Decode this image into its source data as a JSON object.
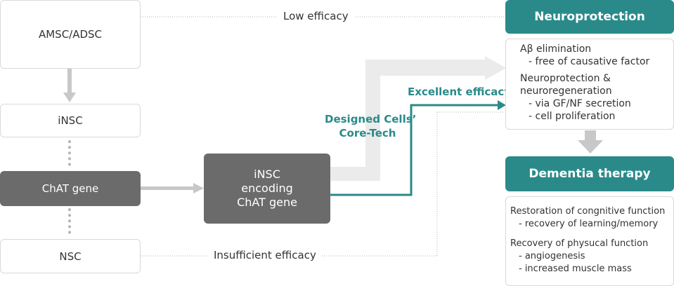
{
  "left": {
    "amsc": "AMSC/ADSC",
    "insc": "iNSC",
    "chat": "ChAT gene",
    "nsc": "NSC"
  },
  "center": {
    "line1": "iNSC",
    "line2": "encoding",
    "line3": "ChAT gene"
  },
  "labels": {
    "low": "Low efficacy",
    "insufficient": "Insufficient efficacy",
    "excellent": "Excellent efficacy",
    "designed1": "Designed Cells’",
    "designed2": "Core-Tech"
  },
  "neuro": {
    "title": "Neuroprotection",
    "l1": "Aβ elimination",
    "l2": "- free of causative factor",
    "l3": "Neuroprotection &",
    "l4": "neuroregeneration",
    "l5": "- via GF/NF secretion",
    "l6": "- cell proliferation"
  },
  "dementia": {
    "title": "Dementia therapy",
    "l1": "Restoration of congnitive function",
    "l2": "- recovery of learning/memory",
    "l3": "Recovery of physucal function",
    "l4": "- angiogenesis",
    "l5": "- increased muscle mass"
  },
  "colors": {
    "teal": "#2a8a8a",
    "dark": "#6b6b6b",
    "gray_arrow": "#c8c8c8",
    "light_arrow": "#ebebeb"
  }
}
